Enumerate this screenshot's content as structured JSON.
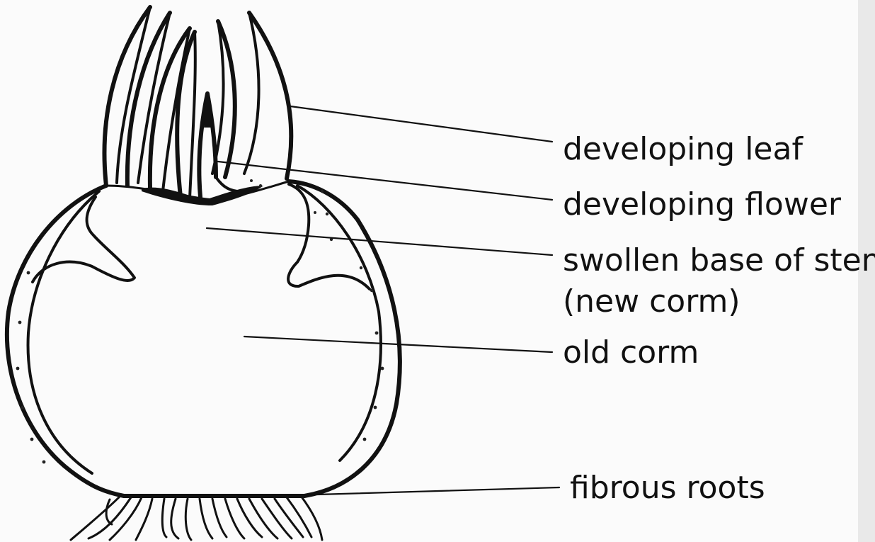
{
  "diagram": {
    "labels": {
      "developing_leaf": "developing leaf",
      "developing_flower": "developing flower",
      "swollen_base_line1": "swollen base of stem",
      "swollen_base_line2": "(new corm)",
      "old_corm": "old corm",
      "fibrous_roots": "fibrous roots"
    }
  }
}
